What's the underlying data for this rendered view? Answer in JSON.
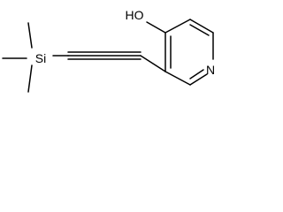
{
  "structure": {
    "atoms": [
      {
        "id": "oh",
        "label": "HO"
      },
      {
        "id": "si",
        "label": "Si"
      },
      {
        "id": "n",
        "label": "N"
      }
    ],
    "colors": {
      "bond": "#000000",
      "label": "#000000",
      "background": "#ffffff"
    }
  }
}
